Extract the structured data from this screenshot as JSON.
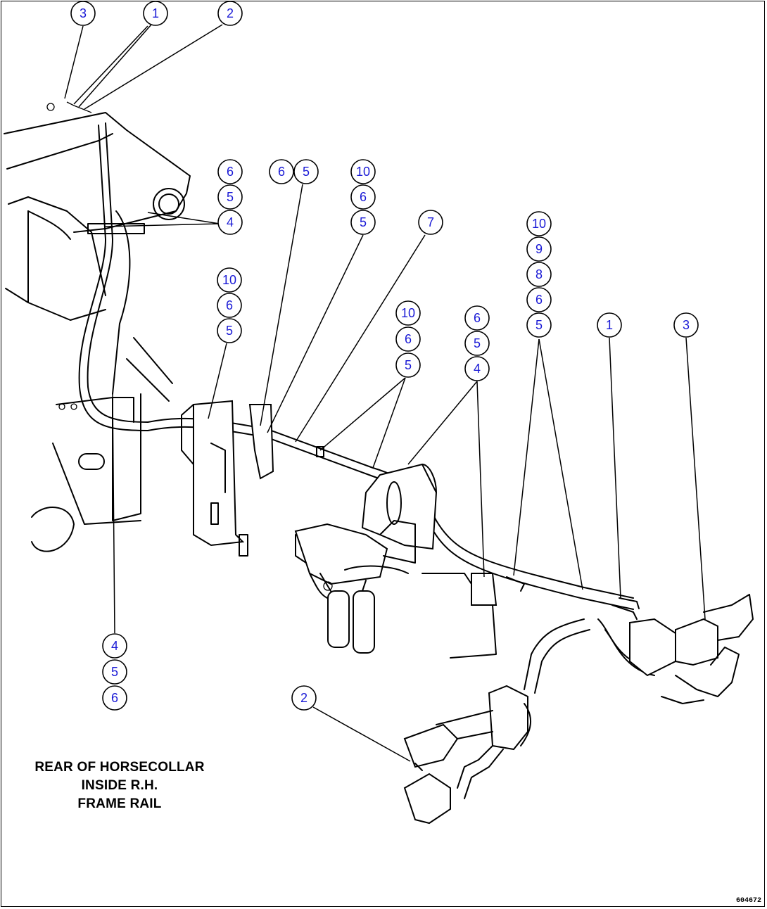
{
  "callouts": [
    {
      "id": "c-3a",
      "label": "3"
    },
    {
      "id": "c-1a",
      "label": "1"
    },
    {
      "id": "c-2a",
      "label": "2"
    },
    {
      "id": "c-6a",
      "label": "6"
    },
    {
      "id": "c-5a",
      "label": "5"
    },
    {
      "id": "c-4a",
      "label": "4"
    },
    {
      "id": "c-6b",
      "label": "6"
    },
    {
      "id": "c-5b",
      "label": "5"
    },
    {
      "id": "c-10a",
      "label": "10"
    },
    {
      "id": "c-6c",
      "label": "6"
    },
    {
      "id": "c-5c",
      "label": "5"
    },
    {
      "id": "c-7",
      "label": "7"
    },
    {
      "id": "c-10b",
      "label": "10"
    },
    {
      "id": "c-9",
      "label": "9"
    },
    {
      "id": "c-8",
      "label": "8"
    },
    {
      "id": "c-6d",
      "label": "6"
    },
    {
      "id": "c-5d",
      "label": "5"
    },
    {
      "id": "c-10c",
      "label": "10"
    },
    {
      "id": "c-6e",
      "label": "6"
    },
    {
      "id": "c-5e",
      "label": "5"
    },
    {
      "id": "c-10d",
      "label": "10"
    },
    {
      "id": "c-6f",
      "label": "6"
    },
    {
      "id": "c-5f",
      "label": "5"
    },
    {
      "id": "c-6g",
      "label": "6"
    },
    {
      "id": "c-5g",
      "label": "5"
    },
    {
      "id": "c-4b",
      "label": "4"
    },
    {
      "id": "c-1b",
      "label": "1"
    },
    {
      "id": "c-3b",
      "label": "3"
    },
    {
      "id": "c-4c",
      "label": "4"
    },
    {
      "id": "c-5h",
      "label": "5"
    },
    {
      "id": "c-6h",
      "label": "6"
    },
    {
      "id": "c-2b",
      "label": "2"
    }
  ],
  "caption": {
    "line1": "REAR OF HORSECOLLAR",
    "line2": "INSIDE R.H.",
    "line3": "FRAME RAIL"
  },
  "figure_id": "604672"
}
